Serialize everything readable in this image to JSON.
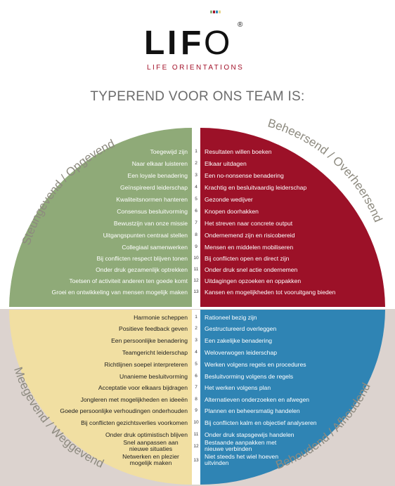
{
  "logo": {
    "text_l": "L",
    "text_i": "I",
    "text_f": "F",
    "text_o": "O",
    "registered": "®",
    "tagline": "LIFE ORIENTATIONS",
    "bar_colors": [
      "#8db07b",
      "#a3122a",
      "#2f8ab8",
      "#e8d58c"
    ]
  },
  "title": "TYPEREND VOOR ONS TEAM IS:",
  "colors": {
    "green": "#8faa78",
    "red": "#9c1128",
    "blue": "#2f84b4",
    "yellow": "#f1dfa2",
    "gray_bg": "#dcd3cf",
    "title": "#6b6b6b"
  },
  "quadrants": {
    "top_left": {
      "label": "Steungevend / Opgevend",
      "items": [
        "Toegewijd zijn",
        "Naar elkaar luisteren",
        "Een loyale benadering",
        "Geïnspireerd leiderschap",
        "Kwaliteitsnormen hanteren",
        "Consensus besluitvorming",
        "Bewustzijn van onze missie",
        "Uitgangspunten centraal stellen",
        "Collegiaal samenwerken",
        "Bij conflicten respect blijven tonen",
        "Onder druk gezamenlijk optrekken",
        "Toetsen of activiteit anderen ten goede komt",
        "Groei en ontwikkeling van mensen mogelijk maken"
      ]
    },
    "top_right": {
      "label": "Beheersend / Overheersend",
      "items": [
        "Resultaten willen boeken",
        "Elkaar uitdagen",
        "Een no-nonsense benadering",
        "Krachtig en besluitvaardig leiderschap",
        "Gezonde wedijver",
        "Knopen doorhakken",
        "Het streven naar concrete output",
        "Ondernemend zijn en risicobereid",
        "Mensen en middelen mobiliseren",
        "Bij conflicten open en direct zijn",
        "Onder druk snel actie ondernemen",
        "Uitdagingen opzoeken en oppakken",
        "Kansen en mogelijkheden tot vooruitgang bieden"
      ]
    },
    "bottom_left": {
      "label": "Meegevend / Weggevend",
      "items": [
        "Harmonie scheppen",
        "Positieve feedback geven",
        "Een persoonlijke benadering",
        "Teamgericht leiderschap",
        "Richtlijnen soepel interpreteren",
        "Unanieme besluitvorming",
        "Acceptatie voor elkaars bijdragen",
        "Jongleren met mogelijkheden en ideeën",
        "Goede persoonlijke verhoudingen onderhouden",
        "Bij conflicten gezichtsverlies voorkomen",
        "Onder druk optimistisch blijven",
        "Snel aanpassen aan nieuwe situaties",
        "Netwerken en plezier mogelijk maken"
      ]
    },
    "bottom_right": {
      "label": "Behoudend / Afhoudend",
      "items": [
        "Rationeel bezig zijn",
        "Gestructureerd overleggen",
        "Een zakelijke benadering",
        "Weloverwogen leiderschap",
        "Werken volgens regels en procedures",
        "Besluitvorming volgens de regels",
        "Het werken volgens plan",
        "Alternatieven onderzoeken en afwegen",
        "Plannen en beheersmatig handelen",
        "Bij conflicten kalm en objectief analyseren",
        "Onder druk stapsgewijs handelen",
        "Bestaande aanpakken met nieuwe verbinden",
        "Niet steeds het wiel hoeven uitvinden"
      ]
    }
  },
  "numbers": [
    "1",
    "2",
    "3",
    "4",
    "5",
    "6",
    "7",
    "8",
    "9",
    "10",
    "11",
    "12",
    "13"
  ]
}
